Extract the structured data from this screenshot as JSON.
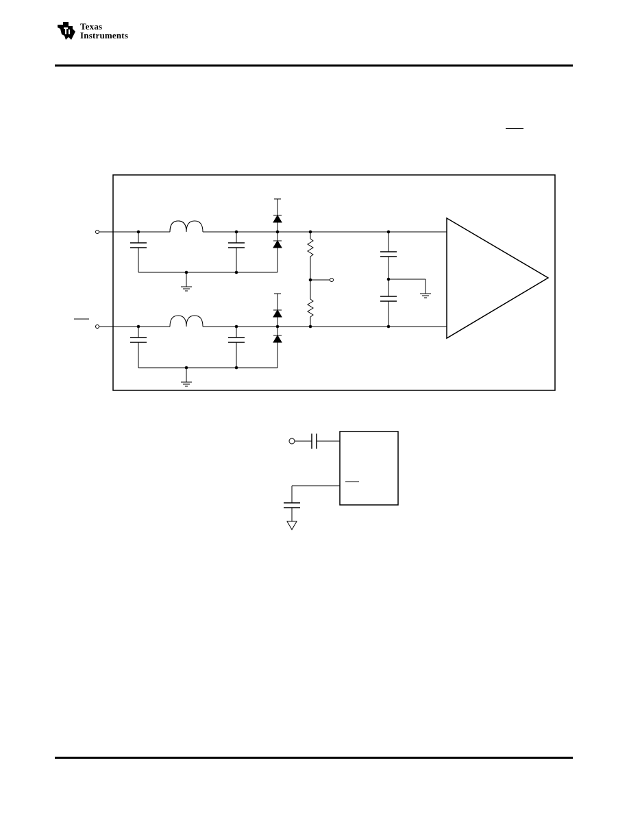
{
  "header": {
    "logo_line1": "Texas",
    "logo_line2": "Instruments",
    "logo_icon": "ti-state-logo-icon"
  },
  "figures": {
    "input_filter_schematic": {
      "components": [
        "inductor",
        "capacitor",
        "diode",
        "resistor",
        "ground",
        "amplifier-triangle"
      ]
    },
    "ac_coupling_schematic": {
      "components": [
        "input-terminal",
        "series-capacitor",
        "device-block",
        "bypass-capacitor",
        "ground"
      ]
    }
  }
}
